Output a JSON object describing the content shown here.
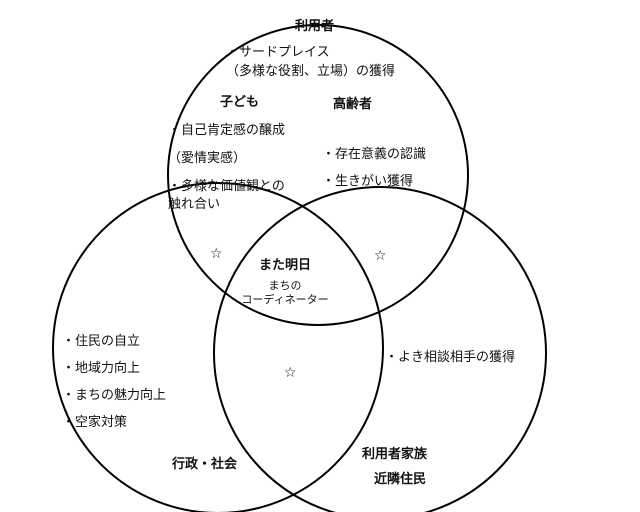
{
  "circles": {
    "top": {
      "title": "利用者",
      "bullets": [
        "・サードプレイス",
        "（多様な役割、立場）の獲得"
      ],
      "children": {
        "heading": "子ども",
        "lines": [
          "・自己肯定感の醸成",
          "（愛情実感）",
          "・多様な価値観との",
          "触れ合い"
        ]
      },
      "elderly": {
        "heading": "高齢者",
        "lines": [
          "・存在意義の認識",
          "・生きがい獲得"
        ]
      }
    },
    "left": {
      "title": "行政・社会",
      "lines": [
        "・住民の自立",
        "・地域力向上",
        "・まちの魅力向上",
        "・空家対策"
      ]
    },
    "right": {
      "title_lines": [
        "利用者家族",
        "近隣住民"
      ],
      "lines": [
        "・よき相談相手の獲得"
      ]
    }
  },
  "center": {
    "title": "また明日",
    "sub_lines": [
      "まちの",
      "コーディネーター"
    ]
  },
  "star_symbol": "☆",
  "line_color": "#000000"
}
